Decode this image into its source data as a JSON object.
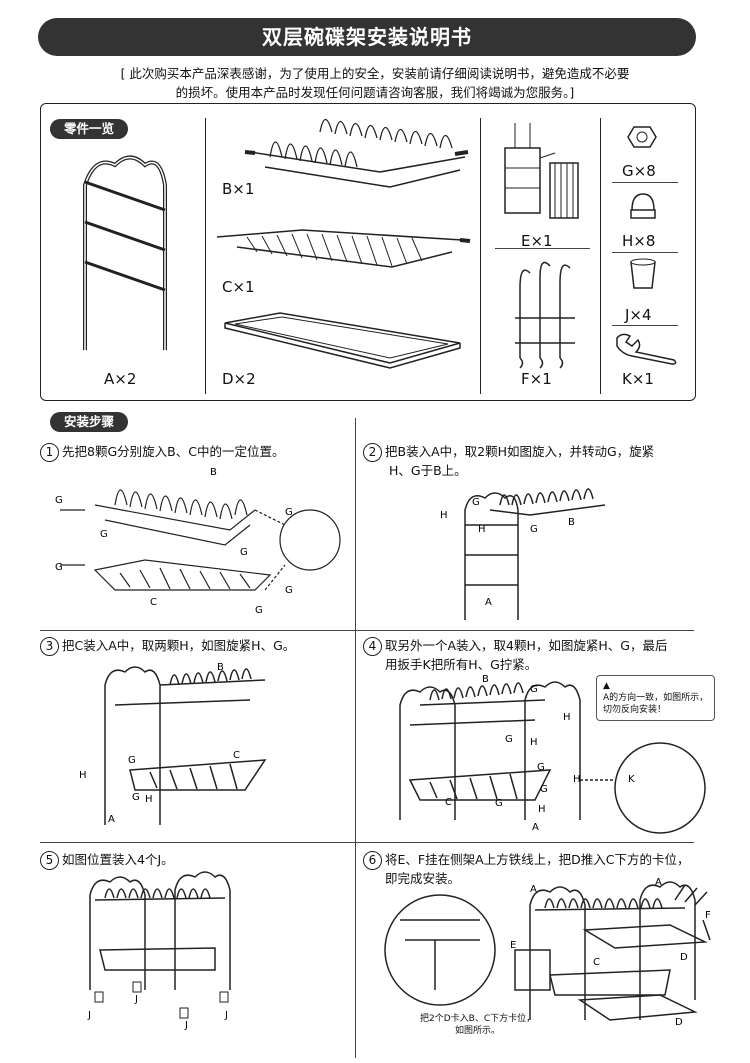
{
  "title": "双层碗碟架安装说明书",
  "intro": {
    "line1": "[ 此次购买本产品深表感谢，为了使用上的安全，安装前请仔细阅读说明书，避免造成不必要",
    "line2": "的损坏。使用本产品时发现任何问题请咨询客服，我们将竭诚为您服务。]"
  },
  "parts": {
    "heading": "零件一览",
    "A": "A×2",
    "B": "B×1",
    "C": "C×1",
    "D": "D×2",
    "E": "E×1",
    "F": "F×1",
    "G": "G×8",
    "H": "H×8",
    "J": "J×4",
    "K": "K×1"
  },
  "steps": {
    "heading": "安装步骤",
    "s1": {
      "num": "1",
      "text": "先把8颗G分别旋入B、C中的一定位置。"
    },
    "s2": {
      "num": "2",
      "text1": "把B装入A中，取2颗H如图旋入，并转动G，旋紧",
      "text2": "H、G于B上。"
    },
    "s3": {
      "num": "3",
      "text": "把C装入A中，取两颗H，如图旋紧H、G。"
    },
    "s4": {
      "num": "4",
      "text1": "取另外一个A装入，取4颗H，如图旋紧H、G，最后",
      "text2": "用扳手K把所有H、G拧紧。"
    },
    "s5": {
      "num": "5",
      "text": "如图位置装入4个J。"
    },
    "s6": {
      "num": "6",
      "text1": "将E、F挂在侧架A上方铁线上，把D推入C下方的卡位，",
      "text2": "即完成安装。"
    }
  },
  "warning": {
    "line1": "A的方向一致，如图所示，",
    "line2": "切勿反向安装！"
  },
  "step6_note": {
    "line1": "把2个D卡入B、C下方卡位，",
    "line2": "如图所示。"
  },
  "labels": {
    "A": "A",
    "B": "B",
    "C": "C",
    "D": "D",
    "E": "E",
    "F": "F",
    "G": "G",
    "H": "H",
    "J": "J",
    "K": "K"
  }
}
